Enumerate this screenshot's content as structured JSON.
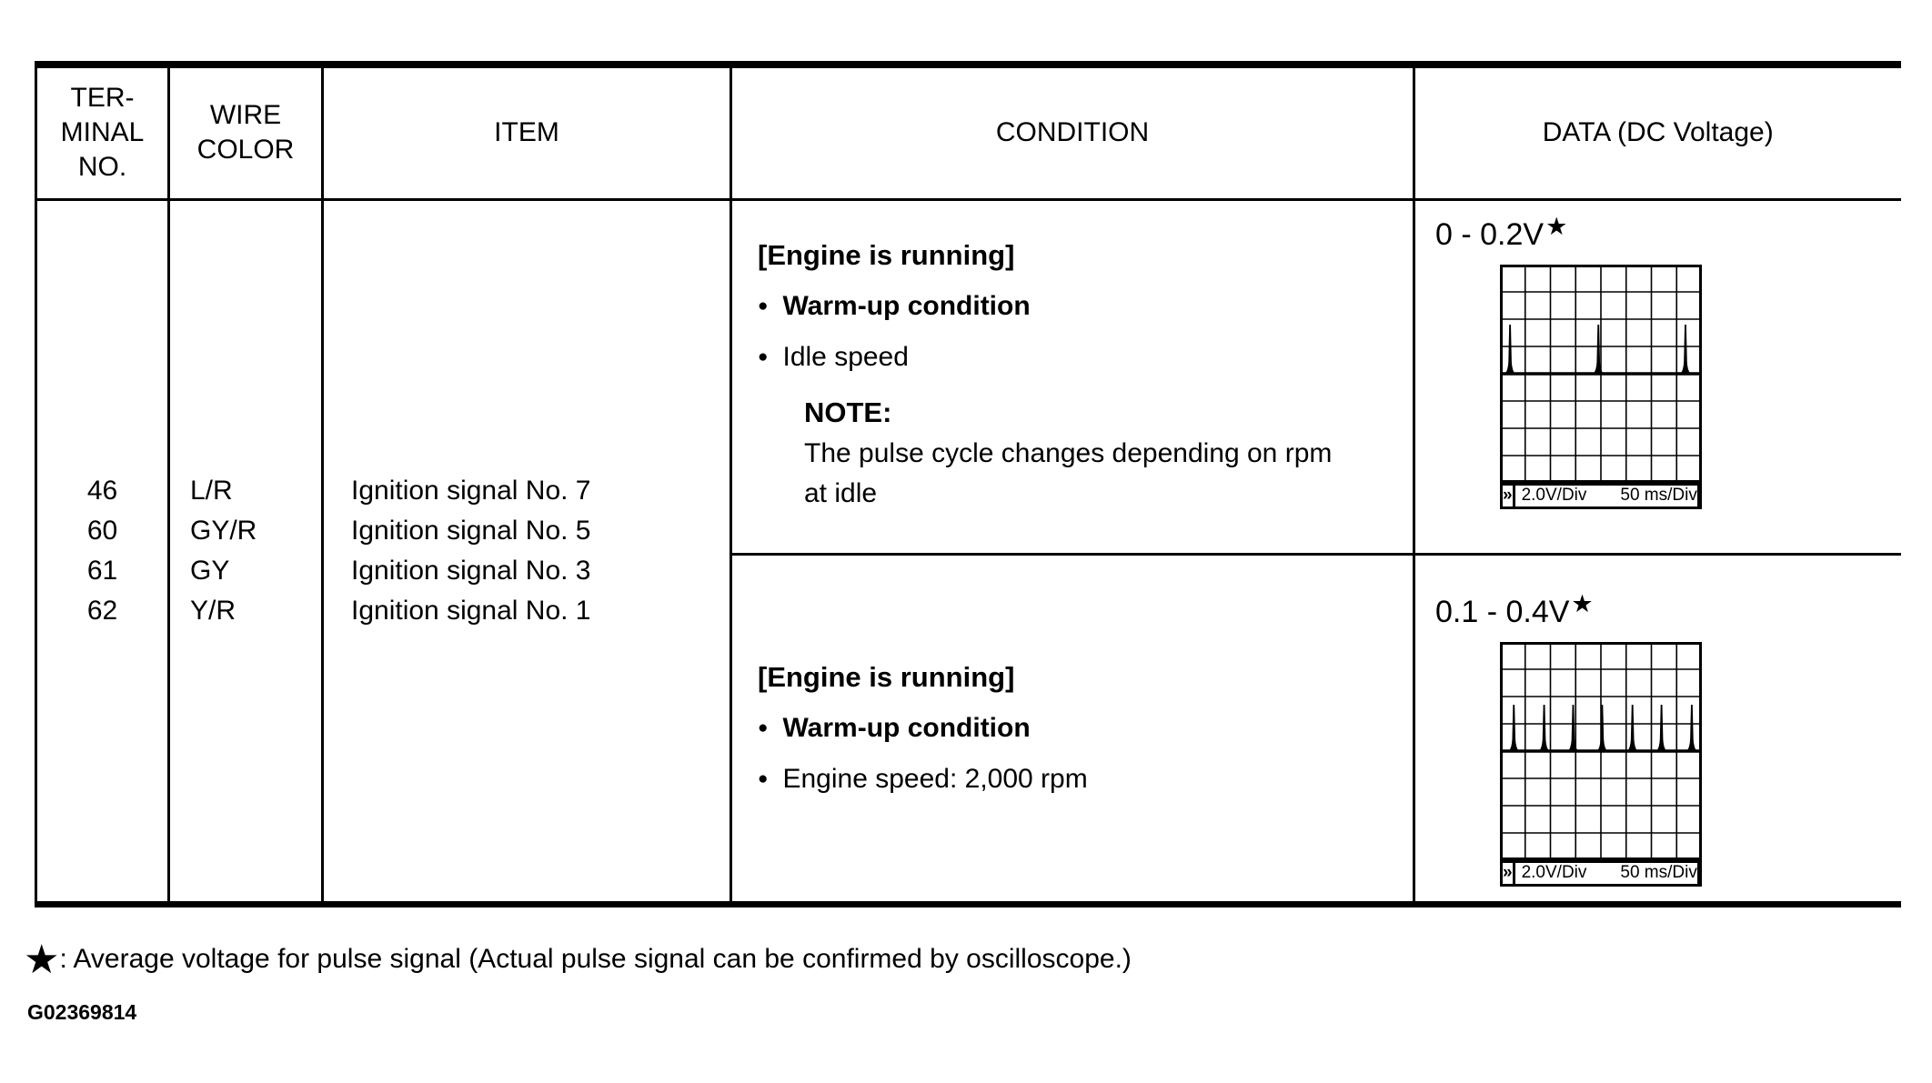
{
  "table": {
    "headers": {
      "terminal": "TER-\nMINAL\nNO.",
      "wire": "WIRE\nCOLOR",
      "item": "ITEM",
      "condition": "CONDITION",
      "data": "DATA (DC Voltage)"
    },
    "terminals": [
      "46",
      "60",
      "61",
      "62"
    ],
    "wire_colors": [
      "L/R",
      "GY/R",
      "GY",
      "Y/R"
    ],
    "items": [
      "Ignition signal No. 7",
      "Ignition signal No. 5",
      "Ignition signal No. 3",
      "Ignition signal No. 1"
    ],
    "bullet_glyph": "●",
    "conditions": [
      {
        "title": "[Engine is running]",
        "bullet_1": "Warm-up condition",
        "bullet_2": "Idle speed",
        "note_label": "NOTE:",
        "note_text": "The pulse cycle changes depending on rpm at idle"
      },
      {
        "title": "[Engine is running]",
        "bullet_1": "Warm-up condition",
        "bullet_2": "Engine speed: 2,000 rpm"
      }
    ],
    "data_cells": [
      {
        "value": "0 - 0.2V",
        "star": "★",
        "scope": {
          "type": "pulse-waveform",
          "cols": 8,
          "rows": 8,
          "baseline_row": 4,
          "pulses_x_div": [
            0.4,
            3.9,
            7.35
          ],
          "pulse_height_div": 1.8,
          "marker": "»",
          "v_per_div": "2.0V/Div",
          "t_per_div": "50 ms/Div"
        }
      },
      {
        "value": "0.1 - 0.4V",
        "star": "★",
        "scope": {
          "type": "pulse-waveform",
          "cols": 8,
          "rows": 8,
          "baseline_row": 4,
          "pulses_x_div": [
            0.55,
            1.75,
            2.9,
            4.05,
            5.25,
            6.4,
            7.6
          ],
          "pulse_height_div": 1.7,
          "marker": "»",
          "v_per_div": "2.0V/Div",
          "t_per_div": "50 ms/Div"
        }
      }
    ]
  },
  "footnote": {
    "star": "★",
    "text": ": Average voltage for pulse signal (Actual pulse signal can be confirmed by oscilloscope.)"
  },
  "figure_id": "G02369814"
}
